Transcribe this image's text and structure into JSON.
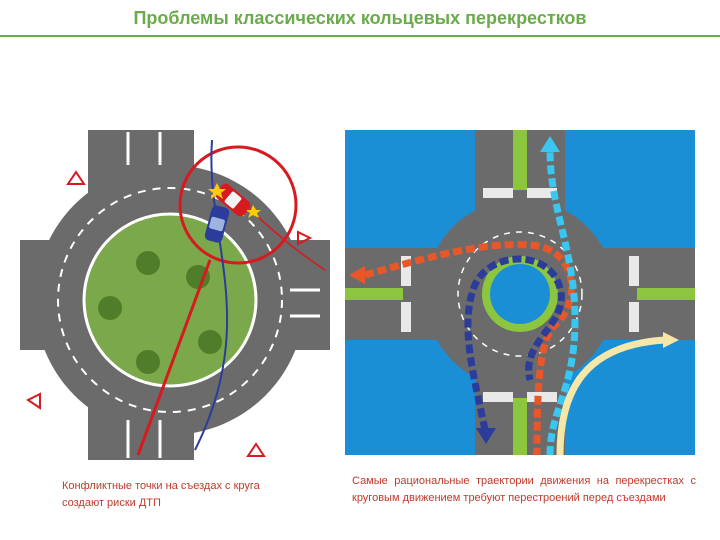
{
  "title": "Проблемы классических кольцевых перекрестков",
  "left_caption": "Конфликтные точки на съездах с круга создают риски ДТП",
  "right_caption": "Самые рациональные траектории движения на перекрестках с круговым движением требуют перестроений перед съездами",
  "colors": {
    "title": "#6aab4a",
    "caption": "#c0392b",
    "asphalt": "#6b6b6b",
    "grass": "#7aa84a",
    "water": "#1a8fd6",
    "median": "#8cc63f",
    "conflict_circle": "#d71920",
    "path_orange": "#e8572a",
    "path_navy": "#2b3c9a",
    "path_cyan": "#39c6f0",
    "path_cream": "#f5e7a8"
  },
  "icons": [
    "yield-triangle-icon",
    "red-car-icon",
    "blue-car-icon",
    "collision-star-icon",
    "arrow-icon"
  ]
}
